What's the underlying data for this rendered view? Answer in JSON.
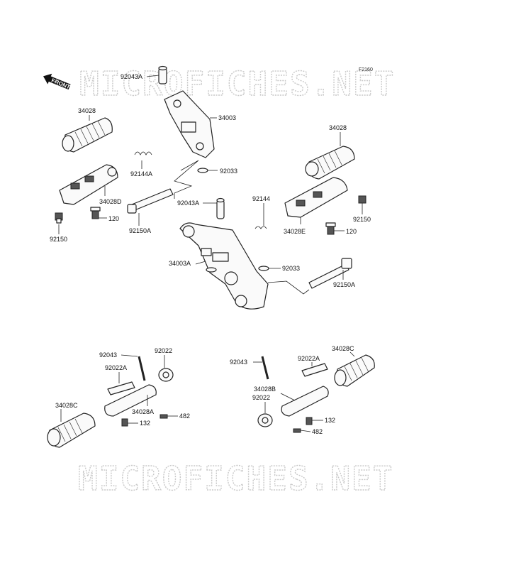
{
  "diagram": {
    "code": "F2160",
    "watermark": "MICROFICHES.NET",
    "front_label": "FRONT",
    "labels": {
      "l92043A_top": "92043A",
      "l34003": "34003",
      "l34028_left": "34028",
      "l92144A": "92144A",
      "l92033_top": "92033",
      "l34028D": "34028D",
      "l120_left": "120",
      "l92150_left": "92150",
      "l92150A_left": "92150A",
      "l92043A_mid": "92043A",
      "l92144": "92144",
      "l34028_right": "34028",
      "l92150_right": "92150",
      "l34028E": "34028E",
      "l120_right": "120",
      "l34003A": "34003A",
      "l92033_mid": "92033",
      "l92150A_right": "92150A",
      "l92043_bl": "92043",
      "l92022_bl": "92022",
      "l92022A_bl": "92022A",
      "l34028C_bl": "34028C",
      "l34028A": "34028A",
      "l482_bl": "482",
      "l132_bl": "132",
      "l92043_br": "92043",
      "l92022A_br": "92022A",
      "l34028C_br": "34028C",
      "l34028B": "34028B",
      "l92022_br": "92022",
      "l132_br": "132",
      "l482_br": "482"
    }
  }
}
